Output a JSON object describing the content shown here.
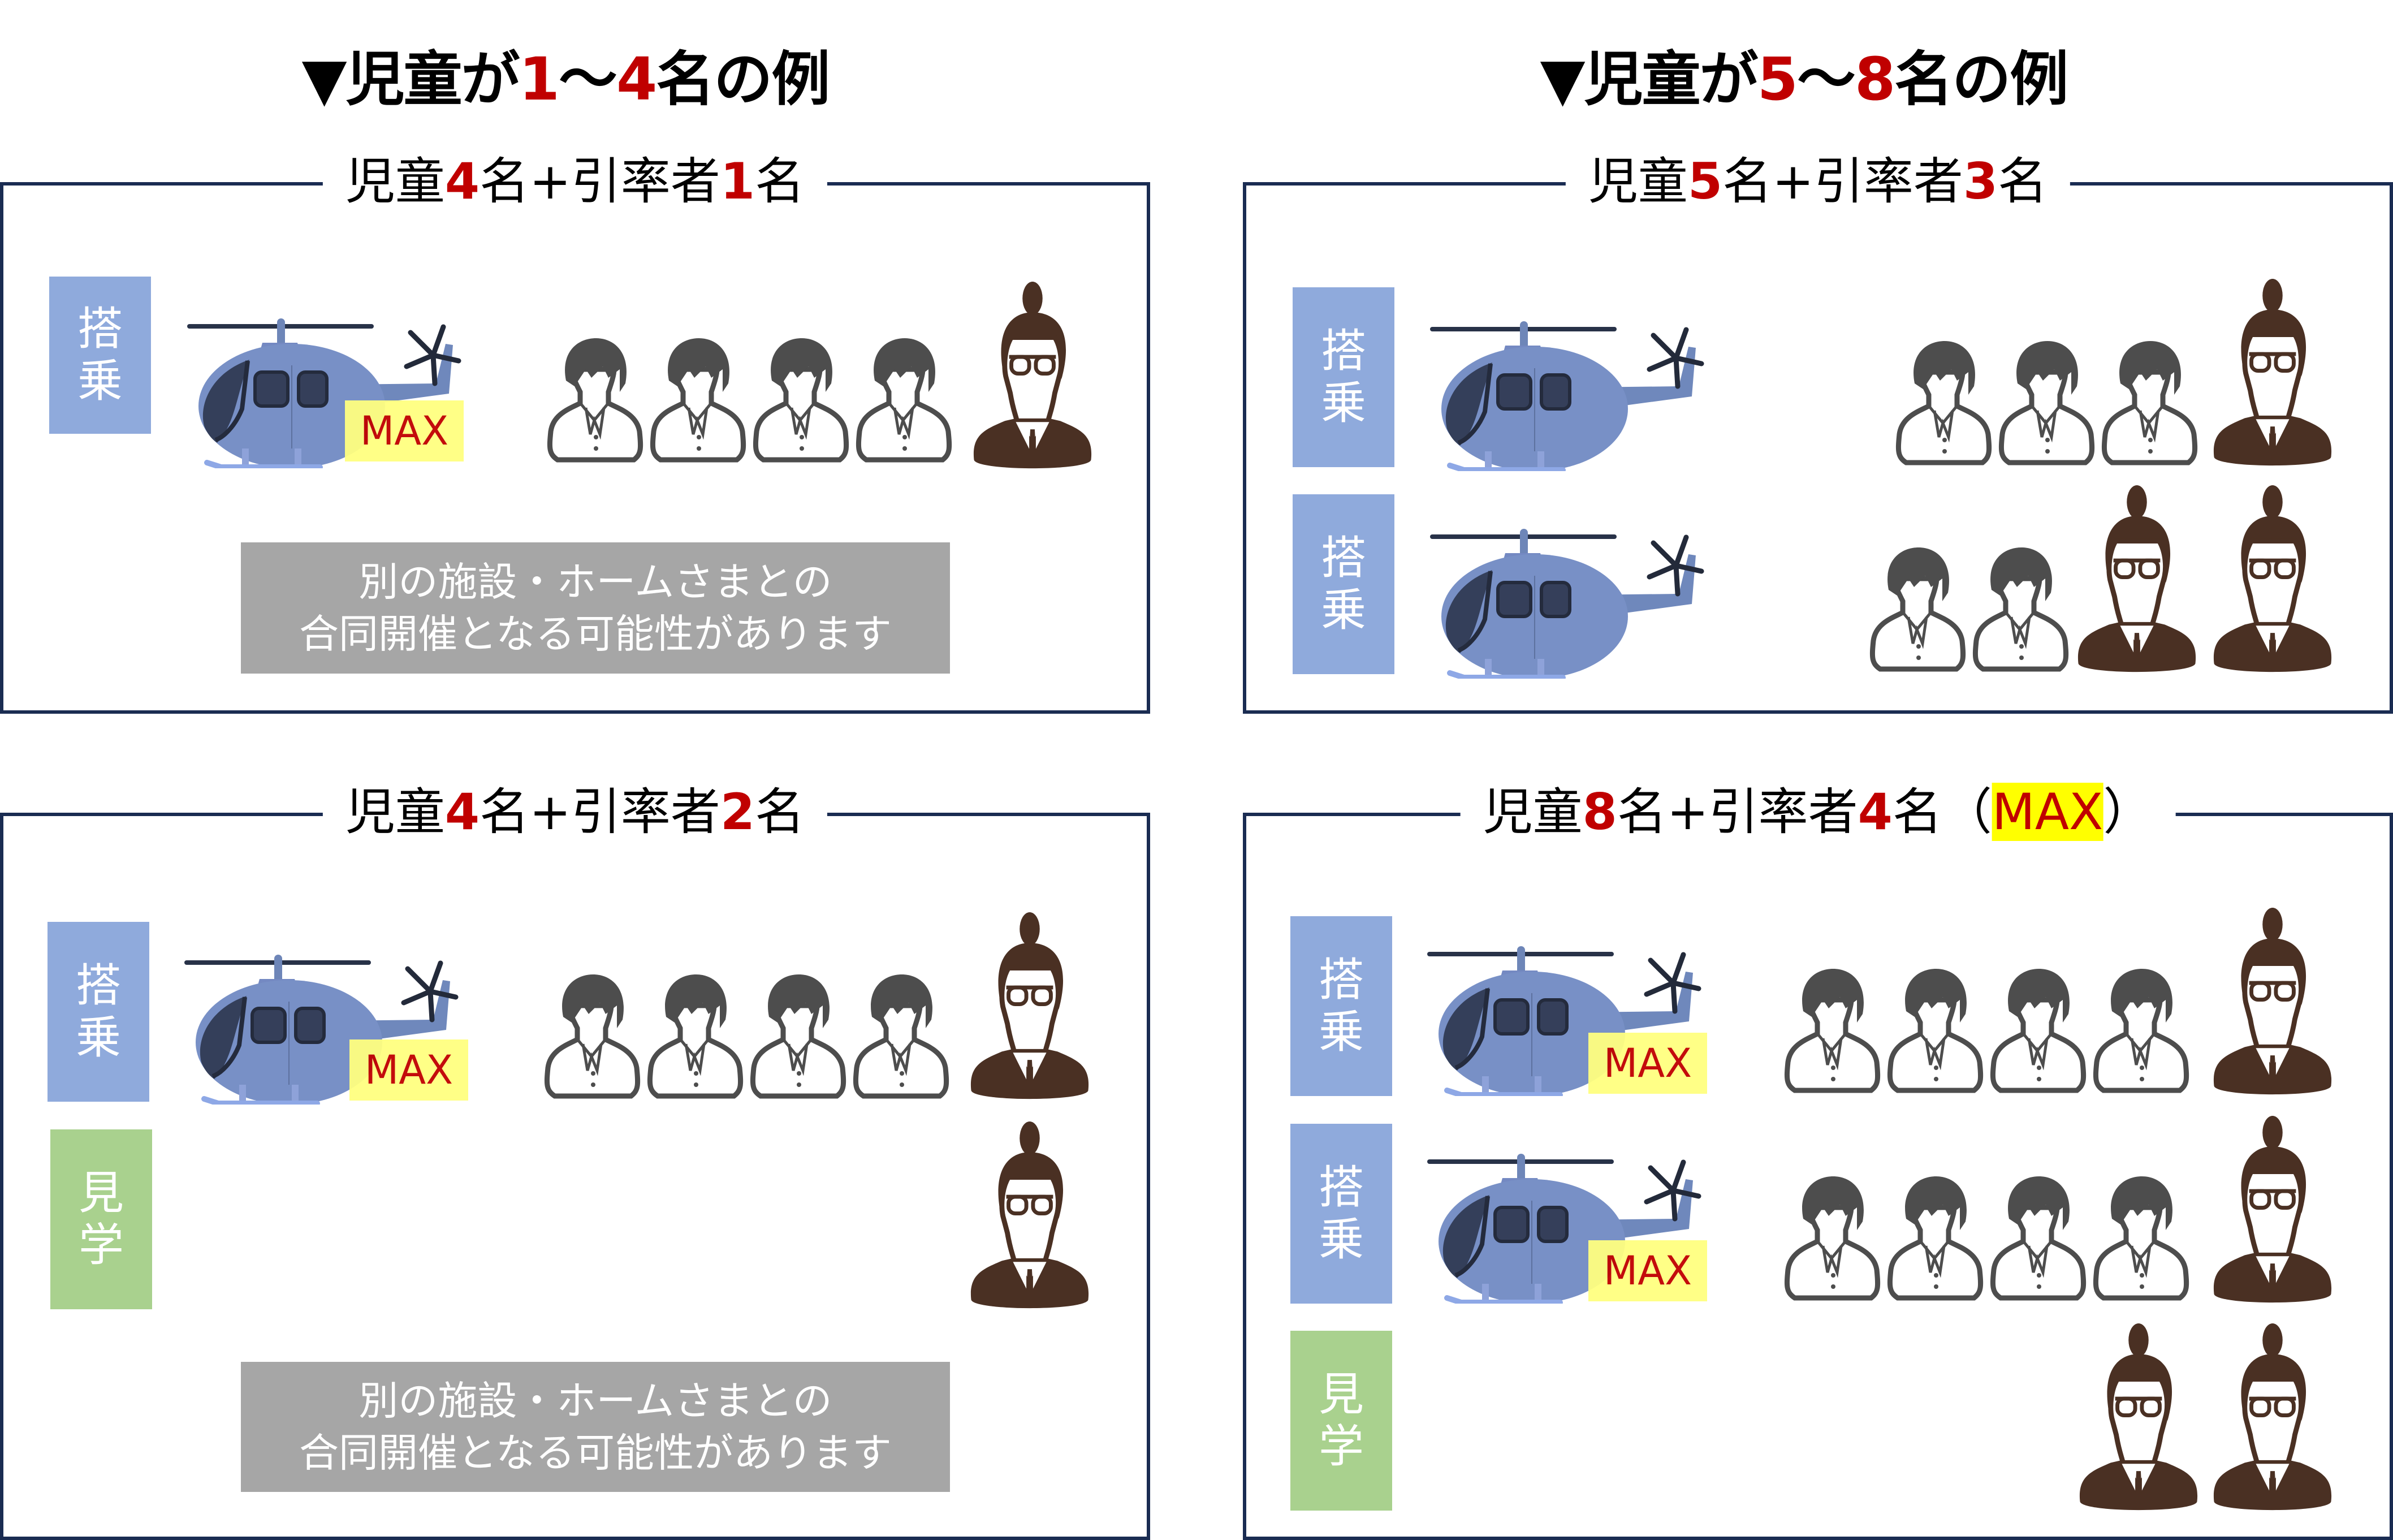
{
  "headings": {
    "left": {
      "prefix": "▼児童が",
      "n1": "1",
      "sep": "～",
      "n2": "4",
      "suffix": "名の例"
    },
    "right": {
      "prefix": "▼児童が",
      "n1": "5",
      "sep": "～",
      "n2": "8",
      "suffix": "名の例"
    }
  },
  "panels": [
    {
      "id": "tl",
      "title": {
        "a": "児童",
        "children": "4",
        "b": "名+引率者",
        "escorts": "1",
        "c": "名",
        "max_tag": ""
      },
      "rows": [
        {
          "tag": [
            "搭",
            "乗"
          ],
          "type": "board",
          "max": "MAX",
          "children": 4,
          "escorts": 1
        }
      ],
      "notice": [
        "別の施設・ホームさまとの",
        "合同開催となる可能性があります"
      ]
    },
    {
      "id": "tr",
      "title": {
        "a": "児童",
        "children": "5",
        "b": "名+引率者",
        "escorts": "3",
        "c": "名",
        "max_tag": ""
      },
      "rows": [
        {
          "tag": [
            "搭",
            "乗"
          ],
          "type": "board",
          "max": "",
          "children": 3,
          "escorts": 1
        },
        {
          "tag": [
            "搭",
            "乗"
          ],
          "type": "board",
          "max": "",
          "children": 2,
          "escorts": 2
        }
      ]
    },
    {
      "id": "bl",
      "title": {
        "a": "児童",
        "children": "4",
        "b": "名+引率者",
        "escorts": "2",
        "c": "名",
        "max_tag": ""
      },
      "rows": [
        {
          "tag": [
            "搭",
            "乗"
          ],
          "type": "board",
          "max": "MAX",
          "children": 4,
          "escorts": 1
        },
        {
          "tag": [
            "見",
            "学"
          ],
          "type": "watch",
          "max": "",
          "children": 0,
          "escorts": 1
        }
      ],
      "notice": [
        "別の施設・ホームさまとの",
        "合同開催となる可能性があります"
      ]
    },
    {
      "id": "br",
      "title": {
        "a": "児童",
        "children": "8",
        "b": "名+引率者",
        "escorts": "4",
        "c": "名（",
        "max_tag": "MAX",
        "d": "）"
      },
      "rows": [
        {
          "tag": [
            "搭",
            "乗"
          ],
          "type": "board",
          "max": "MAX",
          "children": 4,
          "escorts": 1
        },
        {
          "tag": [
            "搭",
            "乗"
          ],
          "type": "board",
          "max": "MAX",
          "children": 4,
          "escorts": 1
        },
        {
          "tag": [
            "見",
            "学"
          ],
          "type": "watch",
          "max": "",
          "children": 0,
          "escorts": 2
        }
      ]
    }
  ],
  "colors": {
    "accent_red": "#c00000",
    "panel_border": "#1a2c52",
    "board_tag": "#8faadc",
    "watch_tag": "#a9d18e",
    "max_highlight": "#ffff80",
    "notice_bg": "#a6a6a6",
    "child_icon": "#4d4d4d",
    "escort_icon": "#4a3023",
    "helicopter_body": "#7b8fc7"
  },
  "icons": {
    "helicopter": "helicopter-icon",
    "child": "child-person-icon",
    "escort": "escort-person-icon"
  }
}
